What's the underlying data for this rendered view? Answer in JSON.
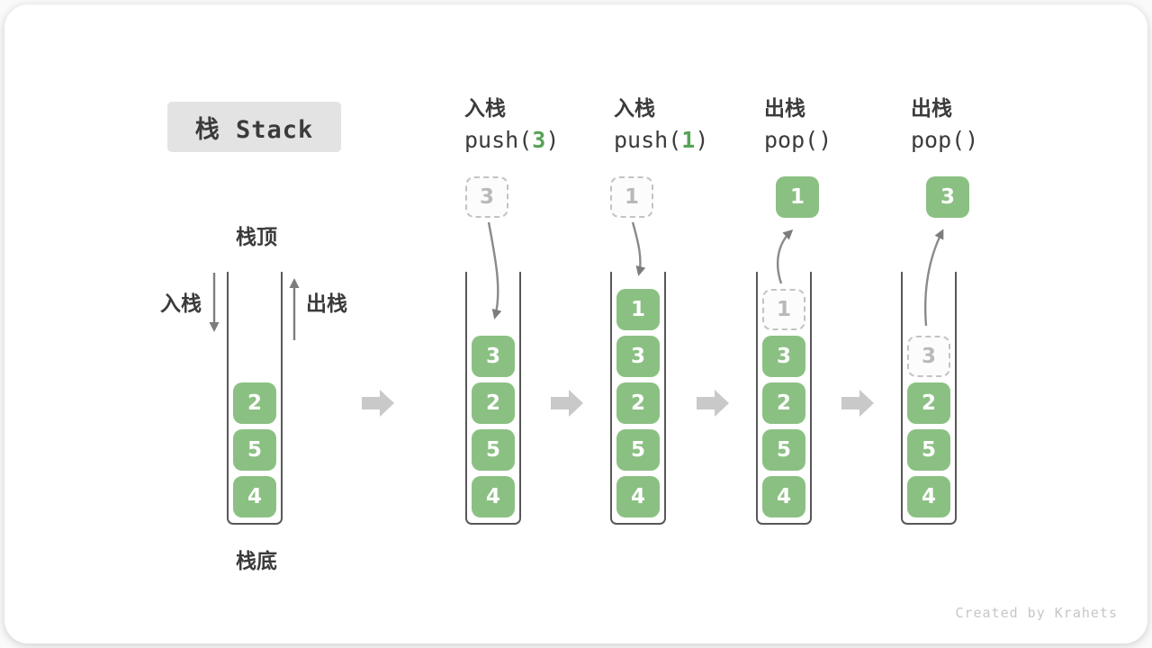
{
  "title": "栈 Stack",
  "labels": {
    "stack_top": "栈顶",
    "stack_bottom": "栈底",
    "push": "入栈",
    "pop": "出栈"
  },
  "operations": [
    {
      "name": "入栈",
      "code_pre": "push(",
      "code_arg": "3",
      "code_post": ")"
    },
    {
      "name": "入栈",
      "code_pre": "push(",
      "code_arg": "1",
      "code_post": ")"
    },
    {
      "name": "出栈",
      "code_pre": "pop(",
      "code_arg": "",
      "code_post": ")"
    },
    {
      "name": "出栈",
      "code_pre": "pop(",
      "code_arg": "",
      "code_post": ")"
    }
  ],
  "floating_values": [
    "3",
    "1",
    "1",
    "3"
  ],
  "stacks": [
    {
      "values": [
        "2",
        "5",
        "4"
      ],
      "ghost": null
    },
    {
      "values": [
        "3",
        "2",
        "5",
        "4"
      ],
      "ghost": null
    },
    {
      "values": [
        "1",
        "3",
        "2",
        "5",
        "4"
      ],
      "ghost": null
    },
    {
      "values": [
        "3",
        "2",
        "5",
        "4"
      ],
      "ghost": "1"
    },
    {
      "values": [
        "2",
        "5",
        "4"
      ],
      "ghost": "3"
    }
  ],
  "watermark": "Created by Krahets",
  "colors": {
    "box_green": "#8bc083",
    "code_arg_green": "#55a355",
    "text_dark": "#3b3b3b",
    "thin_arrow_gray": "#7d7d7d",
    "block_arrow_gray": "#c9c9c9",
    "ghost_gray": "#b9b9b9",
    "title_bg": "#e3e3e3",
    "watermark_gray": "#c6c6c6"
  }
}
